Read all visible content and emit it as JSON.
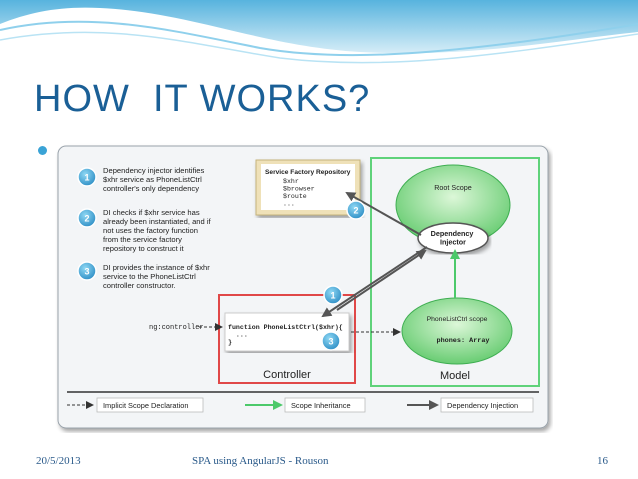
{
  "slide": {
    "title": "HOW  IT WORKS?",
    "footer": {
      "date": "20/5/2013",
      "center": "SPA using AngularJS - Rouson",
      "page": "16"
    },
    "colors": {
      "title": "#1a5f96",
      "accent": "#3aa3d6",
      "controller": "#e04848",
      "model": "#5fd27a",
      "repo": "#efe1b8"
    }
  },
  "diagram": {
    "steps": [
      {
        "num": "1",
        "lines": [
          "Dependency injector identifies",
          "$xhr service as PhoneListCtrl",
          "controller's only dependency"
        ]
      },
      {
        "num": "2",
        "lines": [
          "DI checks if $xhr service has",
          "already been instantiated, and if",
          "not uses the factory function",
          "from the service factory",
          "repository to construct it"
        ]
      },
      {
        "num": "3",
        "lines": [
          "DI provides the instance of $xhr",
          "service to the PhoneListCtrl",
          "controller constructor."
        ]
      }
    ],
    "repository": {
      "title": "Service Factory Repository",
      "items": [
        "$xhr",
        "$browser",
        "$route",
        "..."
      ]
    },
    "root_scope": "Root Scope",
    "injector_lines": [
      "Dependency",
      "Injector"
    ],
    "ng_controller": "ng:controller",
    "code_lines": [
      "function PhoneListCtrl($xhr){",
      "  ...",
      "}"
    ],
    "controller_label": "Controller",
    "model_label": "Model",
    "phone_scope": {
      "title": "PhoneListCtrl scope",
      "prop": "phones: Array"
    },
    "callout_2": "2",
    "callout_1": "1",
    "callout_3": "3",
    "legend": [
      "Implicit Scope Declaration",
      "Scope Inheritance",
      "Dependency Injection"
    ]
  }
}
